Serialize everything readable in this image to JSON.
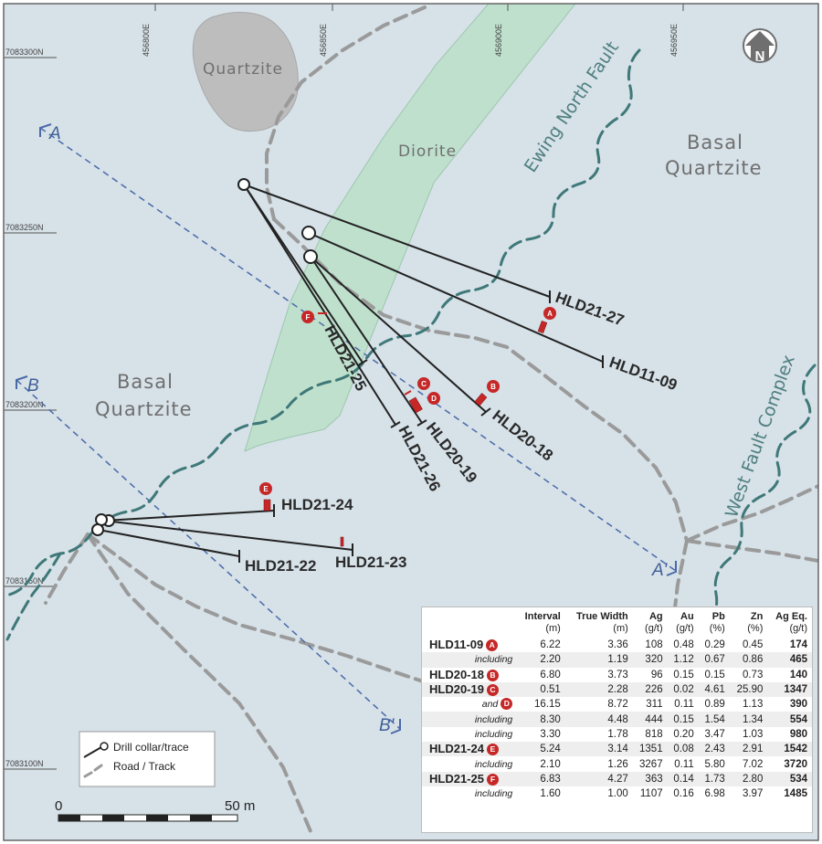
{
  "grid": {
    "eastings": [
      "456800E",
      "456850E",
      "456900E",
      "456950E"
    ],
    "northings": [
      "7083300N",
      "7083250N",
      "7083200N",
      "7083150N",
      "7083100N"
    ]
  },
  "units": {
    "quartzite": "Quartzite",
    "diorite": "Diorite",
    "basal_ne_1": "Basal",
    "basal_ne_2": "Quartzite",
    "basal_w_1": "Basal",
    "basal_w_2": "Quartzite"
  },
  "faults": {
    "ewing": "Ewing North Fault",
    "west": "West Fault Complex"
  },
  "sections": {
    "a_start": "A",
    "a_end": "A'",
    "b_start": "B",
    "b_end": "B'"
  },
  "holes": {
    "hld21_27": "HLD21-27",
    "hld11_09": "HLD11-09",
    "hld21_25": "HLD21-25",
    "hld20_19": "HLD20-19",
    "hld20_18": "HLD20-18",
    "hld21_26": "HLD21-26",
    "hld21_24": "HLD21-24",
    "hld21_22": "HLD21-22",
    "hld21_23": "HLD21-23"
  },
  "markers": {
    "a": "A",
    "b": "B",
    "c": "C",
    "d": "D",
    "e": "E",
    "f": "F"
  },
  "north_label": "N",
  "legend": {
    "drill": "Drill collar/trace",
    "road": "Road / Track"
  },
  "scale": {
    "start": "0",
    "end": "50 m"
  },
  "colors": {
    "background": "#d6e1e8",
    "diorite": "#bfe0cd",
    "quartzite": "#bdbdbd",
    "fault": "#3f7878",
    "road": "#9a9a9a",
    "section": "#4a6aa8",
    "marker": "#c62828"
  },
  "assay_table": {
    "headers": [
      {
        "label": "",
        "unit": ""
      },
      {
        "label": "Interval",
        "unit": "(m)"
      },
      {
        "label": "True Width",
        "unit": "(m)"
      },
      {
        "label": "Ag",
        "unit": "(g/t)"
      },
      {
        "label": "Au",
        "unit": "(g/t)"
      },
      {
        "label": "Pb",
        "unit": "(%)"
      },
      {
        "label": "Zn",
        "unit": "(%)"
      },
      {
        "label": "Ag Eq.",
        "unit": "(g/t)"
      }
    ],
    "rows": [
      {
        "hole": "HLD11-09",
        "badge": "A",
        "sub": false,
        "interval": "6.22",
        "true_width": "3.36",
        "ag": "108",
        "au": "0.48",
        "pb": "0.29",
        "zn": "0.45",
        "ageq": "174"
      },
      {
        "hole": "including",
        "badge": "",
        "sub": true,
        "interval": "2.20",
        "true_width": "1.19",
        "ag": "320",
        "au": "1.12",
        "pb": "0.67",
        "zn": "0.86",
        "ageq": "465"
      },
      {
        "hole": "HLD20-18",
        "badge": "B",
        "sub": false,
        "interval": "6.80",
        "true_width": "3.73",
        "ag": "96",
        "au": "0.15",
        "pb": "0.15",
        "zn": "0.73",
        "ageq": "140"
      },
      {
        "hole": "HLD20-19",
        "badge": "C",
        "sub": false,
        "interval": "0.51",
        "true_width": "2.28",
        "ag": "226",
        "au": "0.02",
        "pb": "4.61",
        "zn": "25.90",
        "ageq": "1347"
      },
      {
        "hole": "and",
        "badge": "D",
        "sub": true,
        "interval": "16.15",
        "true_width": "8.72",
        "ag": "311",
        "au": "0.11",
        "pb": "0.89",
        "zn": "1.13",
        "ageq": "390"
      },
      {
        "hole": "including",
        "badge": "",
        "sub": true,
        "interval": "8.30",
        "true_width": "4.48",
        "ag": "444",
        "au": "0.15",
        "pb": "1.54",
        "zn": "1.34",
        "ageq": "554"
      },
      {
        "hole": "including",
        "badge": "",
        "sub": true,
        "interval": "3.30",
        "true_width": "1.78",
        "ag": "818",
        "au": "0.20",
        "pb": "3.47",
        "zn": "1.03",
        "ageq": "980"
      },
      {
        "hole": "HLD21-24",
        "badge": "E",
        "sub": false,
        "interval": "5.24",
        "true_width": "3.14",
        "ag": "1351",
        "au": "0.08",
        "pb": "2.43",
        "zn": "2.91",
        "ageq": "1542"
      },
      {
        "hole": "including",
        "badge": "",
        "sub": true,
        "interval": "2.10",
        "true_width": "1.26",
        "ag": "3267",
        "au": "0.11",
        "pb": "5.80",
        "zn": "7.02",
        "ageq": "3720"
      },
      {
        "hole": "HLD21-25",
        "badge": "F",
        "sub": false,
        "interval": "6.83",
        "true_width": "4.27",
        "ag": "363",
        "au": "0.14",
        "pb": "1.73",
        "zn": "2.80",
        "ageq": "534"
      },
      {
        "hole": "including",
        "badge": "",
        "sub": true,
        "interval": "1.60",
        "true_width": "1.00",
        "ag": "1107",
        "au": "0.16",
        "pb": "6.98",
        "zn": "3.97",
        "ageq": "1485"
      }
    ]
  }
}
